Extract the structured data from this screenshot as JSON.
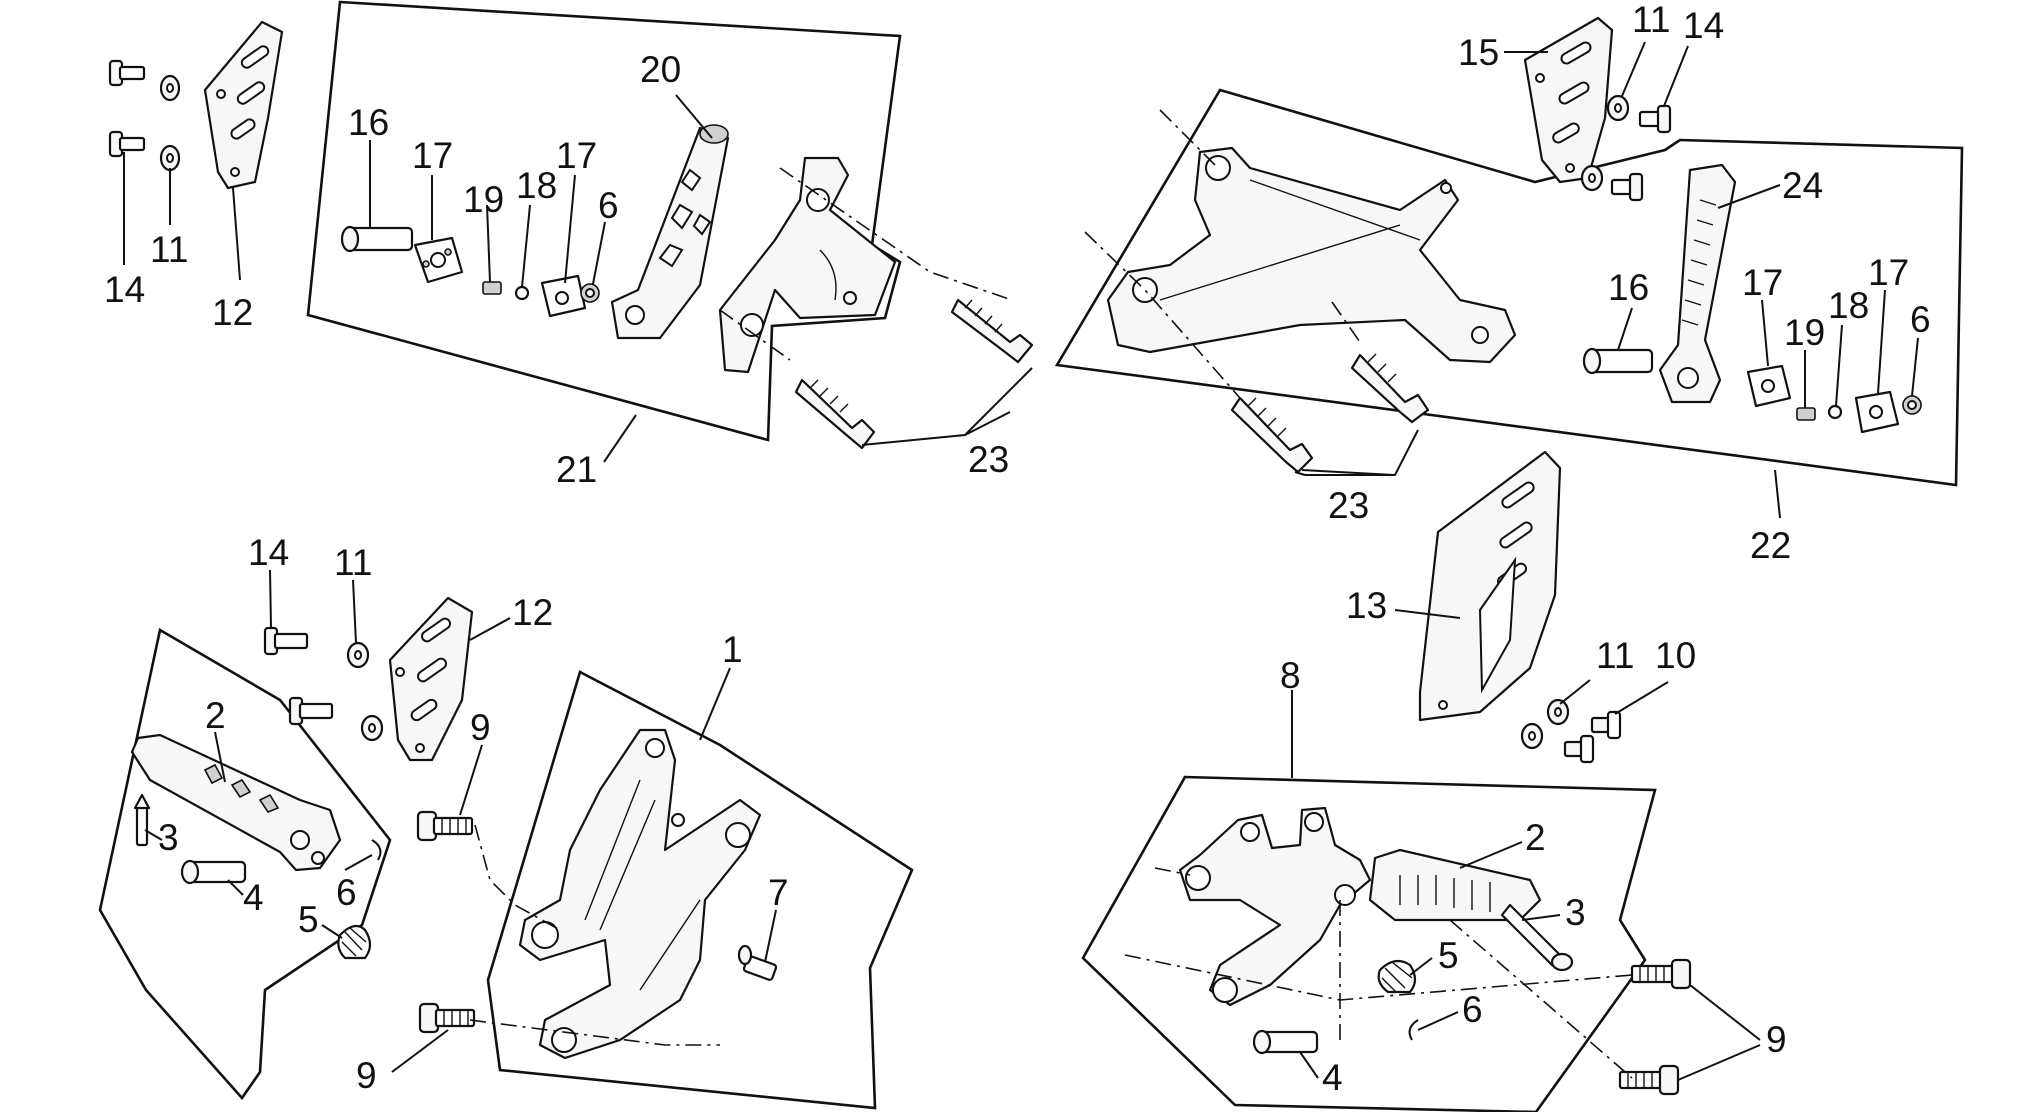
{
  "diagram": {
    "labels_top_left": [
      "20",
      "16",
      "17",
      "19",
      "18",
      "17",
      "6",
      "14",
      "11",
      "12",
      "21",
      "23"
    ],
    "labels_top_right": [
      "15",
      "11",
      "14",
      "24",
      "16",
      "17",
      "19",
      "18",
      "17",
      "6",
      "23",
      "22"
    ],
    "labels_bottom_left": [
      "14",
      "11",
      "12",
      "1",
      "2",
      "9",
      "3",
      "4",
      "6",
      "5",
      "7",
      "9"
    ],
    "labels_bottom_right": [
      "13",
      "11",
      "10",
      "8",
      "2",
      "3",
      "5",
      "6",
      "4",
      "9"
    ]
  }
}
